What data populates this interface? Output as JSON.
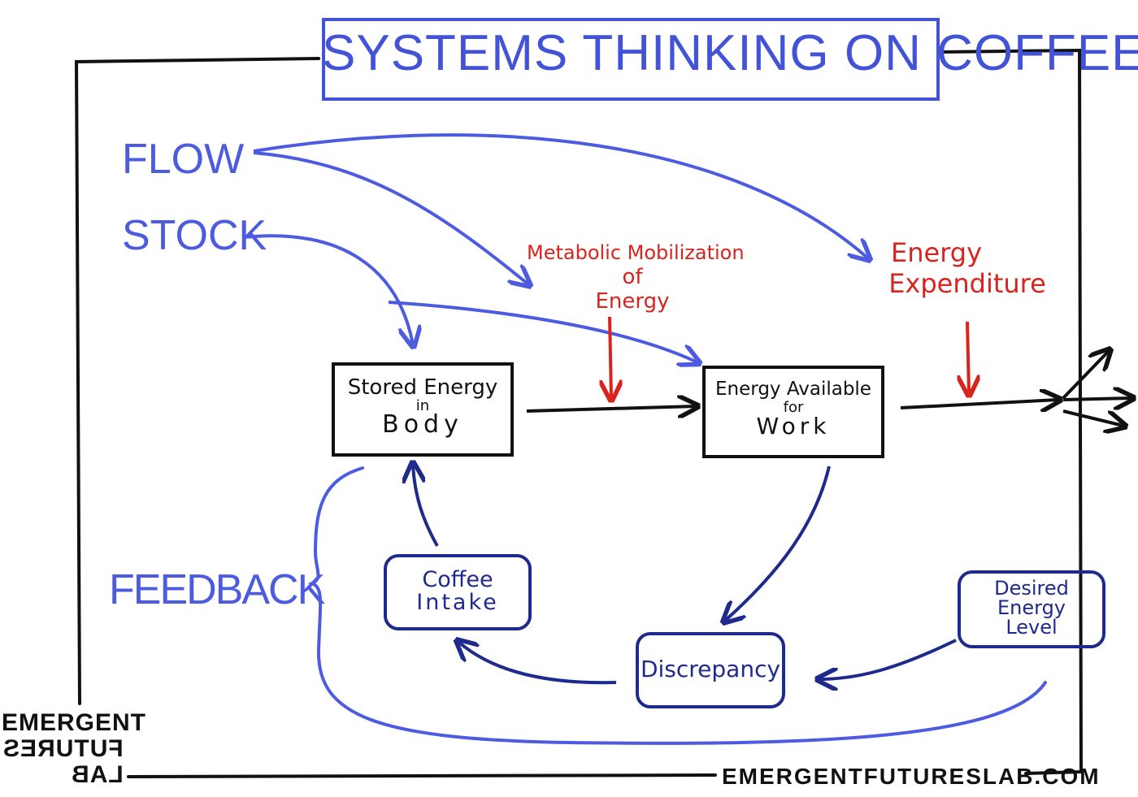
{
  "title": "SYSTEMS THINKING ON COFFEE",
  "labels": {
    "flow": "FLOW",
    "stock": "STOCK",
    "feedback": "FEEDBACK"
  },
  "flows": {
    "metabolic_line1": "Metabolic Mobilization",
    "metabolic_line2": "of",
    "metabolic_line3": "Energy",
    "expenditure_line1": "Energy",
    "expenditure_line2": "Expenditure"
  },
  "stocks": {
    "stored_line1": "Stored Energy",
    "stored_line2": "in",
    "stored_line3": "Body",
    "available_line1": "Energy Available",
    "available_line2": "for",
    "available_line3": "Work"
  },
  "feedback_nodes": {
    "coffee_line1": "Coffee",
    "coffee_line2": "Intake",
    "discrepancy": "Discrepancy",
    "desired_line1": "Desired",
    "desired_line2": "Energy",
    "desired_line3": "Level"
  },
  "logo": {
    "line1": "EMERGENT",
    "line2": "FUTURES",
    "line3": "LAB"
  },
  "url": "EMERGENTFUTURESLAB.COM",
  "colors": {
    "blue": "#4d5be0",
    "navy": "#1e2a8c",
    "red": "#d8241f",
    "black": "#111111"
  }
}
